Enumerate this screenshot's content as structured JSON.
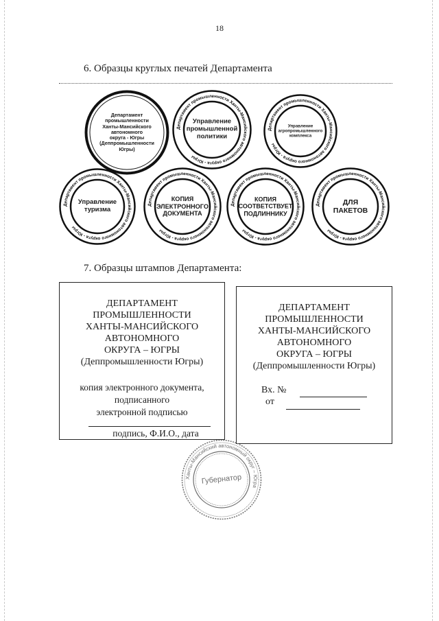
{
  "page_number": "18",
  "section6": {
    "heading": "6. Образцы круглых печатей Департамента",
    "seal_ring_text": "Департамент промышленности Ханты-Мансийского автономного округа - Югры ",
    "seals": [
      {
        "label": "Департамент\nпромышленности\nХанты-Мансийского\nавтономного\nокруга - Югры\n(Деппромышленности\nЮгры)",
        "color": "#111111"
      },
      {
        "label": "Управление\nпромышленной\nполитики",
        "color": "#111111"
      },
      {
        "label": "Управление\nагропромышленного\nкомплекса",
        "color": "#111111"
      },
      {
        "label": "Управление\nтуризма",
        "color": "#111111"
      },
      {
        "label": "КОПИЯ\nЭЛЕКТРОННОГО\nДОКУМЕНТА",
        "color": "#111111"
      },
      {
        "label": "КОПИЯ\nСООТВЕТСТВУЕТ\nПОДЛИННИКУ",
        "color": "#111111"
      },
      {
        "label": "ДЛЯ\nПАКЕТОВ",
        "color": "#111111"
      }
    ]
  },
  "section7": {
    "heading": "7. Образцы штампов Департамента:",
    "stamp1": {
      "title": "ДЕПАРТАМЕНТ\nПРОМЫШЛЕННОСТИ\nХАНТЫ-МАНСИЙСКОГО\nАВТОНОМНОГО\nОКРУГА – ЮГРЫ\n(Деппромышленности Югры)",
      "line1": "копия электронного документа,",
      "line2": "подписанного",
      "line3": "электронной подписью",
      "caption": "подпись, Ф.И.О., дата"
    },
    "stamp2": {
      "title": "ДЕПАРТАМЕНТ\nПРОМЫШЛЕННОСТИ\nХАНТЫ-МАНСИЙСКОГО\nАВТОНОМНОГО\nОКРУГА – ЮГРЫ\n(Деппромышленности Югры)",
      "incoming_label": "Вх. №",
      "from_label": "от"
    }
  },
  "official_seal": {
    "ring_text": "Ханты-Мансийский автономный округ – Югра",
    "center_text": "Губернатор",
    "color": "#6e6e6e"
  }
}
